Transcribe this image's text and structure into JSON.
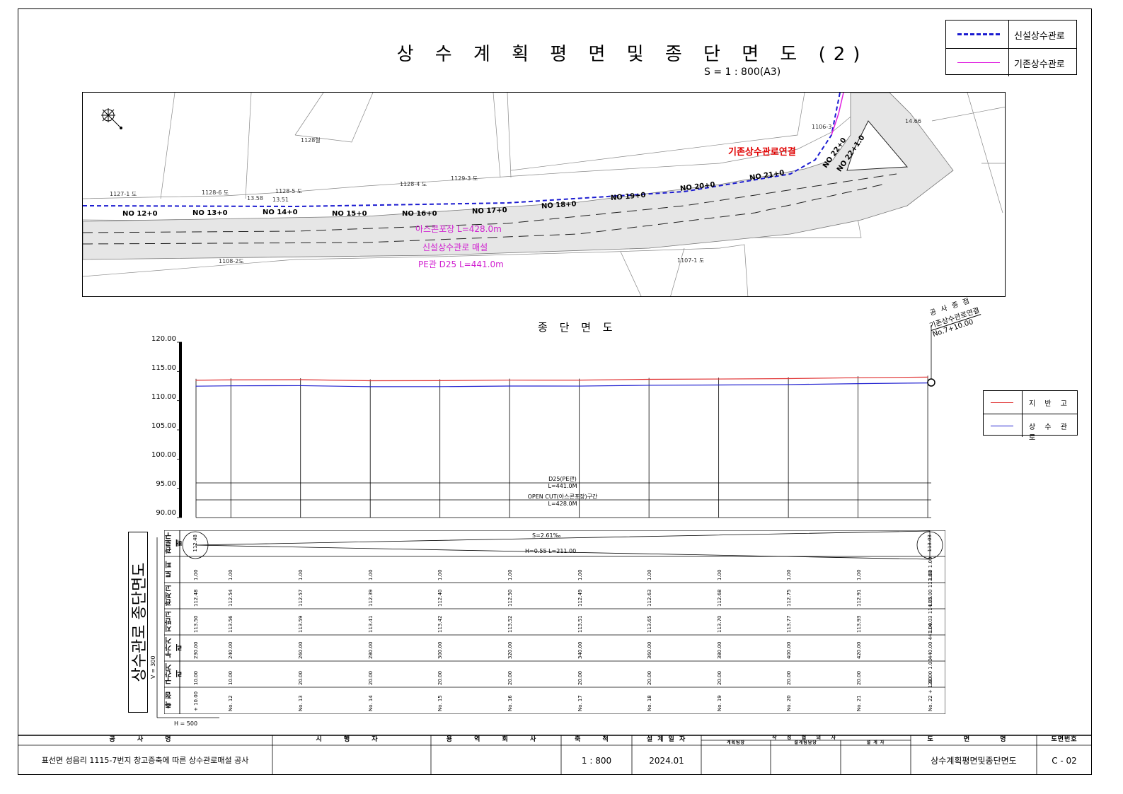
{
  "title": "상수계획평면및종단면도(2)",
  "title_display": "상 수 계 획 평 면 및 종 단 면 도 (2)",
  "scale": "S = 1 : 800(A3)",
  "legend_plan": [
    {
      "label": "신설상수관로",
      "color": "#1b1bd0",
      "style": "dashed"
    },
    {
      "label": "기존상수관로",
      "color": "#e020e0",
      "style": "solid"
    }
  ],
  "plan": {
    "stations": [
      "NO 12+0",
      "NO 13+0",
      "NO 14+0",
      "NO 15+0",
      "NO 16+0",
      "NO 17+0",
      "NO 18+0",
      "NO 19+0",
      "NO 20+0",
      "NO 21+0",
      "NO 22+0",
      "NO 22+1.0"
    ],
    "parcels": [
      "1127-1 도",
      "1128-6 도",
      "1128-5 도",
      "1128-4 도",
      "1129-3 도",
      "1128철",
      "1106-3",
      "1108-2도",
      "1107-1 도",
      "14.66",
      "13.58",
      "13.51"
    ],
    "connection_label": "기존상수관로연결",
    "notes": [
      "아스콘포장 L=428.0m",
      "신설상수관로 매설",
      "PE관 D25 L=441.0m"
    ]
  },
  "profile": {
    "title": "종 단 면 도",
    "end_marker": [
      "공 사 종 점",
      "기존상수관로연결",
      "No.7+10.00"
    ],
    "pipe_note": [
      "D25(PE관)",
      "L=441.0M"
    ],
    "cut_note": [
      "OPEN CUT(아스콘포장)구간",
      "L=428.0M"
    ],
    "legend": [
      {
        "label": "지 반 고",
        "color": "#e03030"
      },
      {
        "label": "상 수 관 로",
        "color": "#2020d0"
      }
    ],
    "side_title": "상수관로 종단면도",
    "v_scale": "V = 300",
    "h_scale": "H = 500",
    "slope": "S=2.61‰",
    "slope_detail": "H=0.55 L=211.00",
    "start_gl": "112.48",
    "end_gl": "113.03",
    "row_labels": [
      "관로구배",
      "토 피",
      "관저고",
      "지반고",
      "누가거리",
      "구간거리",
      "측 점"
    ]
  },
  "chart_data": {
    "type": "line",
    "title": "종 단 면 도",
    "xlabel": "",
    "ylabel": "",
    "ylim": [
      90,
      120
    ],
    "yticks": [
      "120.00",
      "115.00",
      "110.00",
      "105.00",
      "100.00",
      "95.00",
      "90.00"
    ],
    "x": [
      230,
      240,
      260,
      280,
      300,
      320,
      340,
      360,
      380,
      400,
      420,
      440
    ],
    "series": [
      {
        "name": "지 반 고",
        "values": [
          113.5,
          113.56,
          113.59,
          113.41,
          113.42,
          113.52,
          113.51,
          113.65,
          113.7,
          113.77,
          113.93,
          114.03
        ]
      },
      {
        "name": "상 수 관 로",
        "values": [
          112.48,
          112.54,
          112.57,
          112.39,
          112.4,
          112.5,
          112.49,
          112.63,
          112.68,
          112.75,
          112.91,
          113.03
        ]
      }
    ]
  },
  "profile_table": {
    "stations": [
      "+ 10.00",
      "No. 12",
      "No. 13",
      "No. 14",
      "No. 15",
      "No. 16",
      "No. 17",
      "No. 18",
      "No. 19",
      "No. 20",
      "No. 21",
      "No. 22 + 1.00"
    ],
    "segment": [
      "10.00",
      "10.00",
      "20.00",
      "20.00",
      "20.00",
      "20.00",
      "20.00",
      "20.00",
      "20.00",
      "20.00",
      "20.00",
      "20.00 1.00"
    ],
    "cumulative": [
      "230.00",
      "240.00",
      "260.00",
      "280.00",
      "300.00",
      "320.00",
      "340.00",
      "360.00",
      "380.00",
      "400.00",
      "420.00",
      "440.00 441.00"
    ],
    "ground": [
      "113.50",
      "113.56",
      "113.59",
      "113.41",
      "113.42",
      "113.52",
      "113.51",
      "113.65",
      "113.70",
      "113.77",
      "113.93",
      "114.03 114.05"
    ],
    "invert": [
      "112.48",
      "112.54",
      "112.57",
      "112.39",
      "112.40",
      "112.50",
      "112.49",
      "112.63",
      "112.68",
      "112.75",
      "112.91",
      "113.00 113.03"
    ],
    "cover": [
      "1.00",
      "1.00",
      "1.00",
      "1.00",
      "1.00",
      "1.00",
      "1.00",
      "1.00",
      "1.00",
      "1.00",
      "1.00",
      "1.00 1.00"
    ]
  },
  "title_block": {
    "headers": [
      "공 사 명",
      "시 행 자",
      "용 역 회 사",
      "축 척",
      "설 계 일 자",
      "작 성 협 의 자",
      "도 면 명",
      "도면번호"
    ],
    "sub_headers": [
      "계획팀장",
      "설계팀담당",
      "설 계 자"
    ],
    "project": "표선면 성읍리 1115-7번지 창고증축에 따른 상수관로매설 공사",
    "client": "",
    "company": "",
    "scale": "1 : 800",
    "date": "2024.01",
    "drawing_name": "상수계획평면및종단면도",
    "drawing_no": "C - 02"
  }
}
